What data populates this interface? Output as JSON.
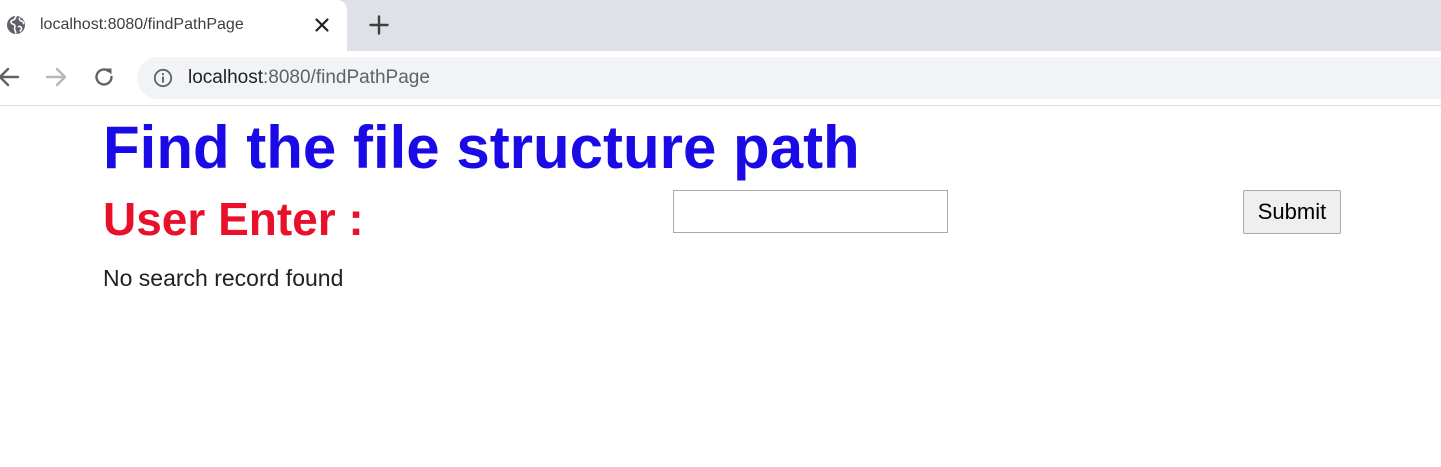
{
  "browser": {
    "tab": {
      "title": "localhost:8080/findPathPage",
      "favicon": "globe-icon"
    },
    "address_bar": {
      "host": "localhost",
      "rest": ":8080/findPathPage"
    },
    "icons": {
      "back": "back-arrow-icon",
      "forward": "forward-arrow-icon",
      "reload": "reload-icon",
      "info": "info-icon",
      "close": "close-icon",
      "new_tab": "plus-icon"
    }
  },
  "page": {
    "title": "Find the file structure path",
    "enter_label": "User Enter :",
    "input_value": "",
    "submit_label": "Submit",
    "status": "No search record found"
  },
  "colors": {
    "title": "#1a0ae6",
    "label": "#e8102a",
    "tab_strip": "#dee1e6",
    "omnibox": "#f1f3f4"
  }
}
